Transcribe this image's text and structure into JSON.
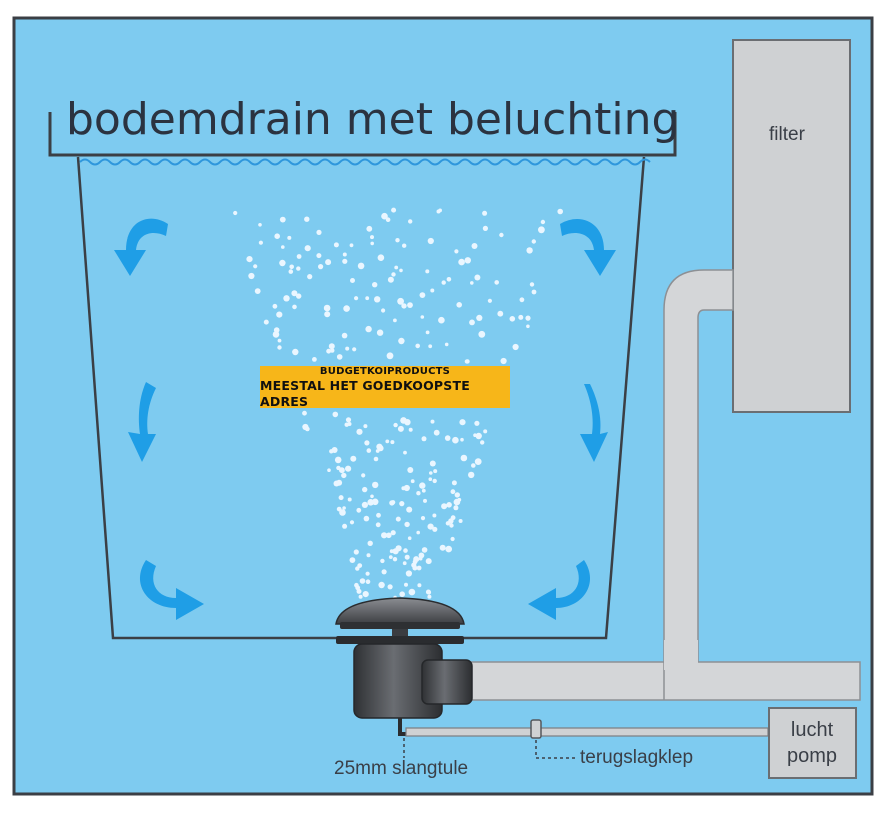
{
  "diagram": {
    "title": "bodemdrain met beluchting",
    "labels": {
      "filter": "filter",
      "hose_tail": "25mm slangtule",
      "check_valve": "terugslagklep",
      "air_pump_line1": "lucht",
      "air_pump_line2": "pomp"
    },
    "watermark": {
      "line1": "BUDGETKOIPRODUCTS",
      "line2": "MEESTAL HET GOEDKOOPSTE ADRES"
    },
    "colors": {
      "background": "#7ecbf0",
      "water_line": "#3aa0dc",
      "arrows": "#1f9ee6",
      "bubbles": "#eaf6ff",
      "pipe": "#d4d6d8",
      "drain": "#4a4c50",
      "banner": "#f7b619"
    },
    "icons": [
      "circulation-arrow-icon",
      "air-bubble-icon"
    ]
  }
}
